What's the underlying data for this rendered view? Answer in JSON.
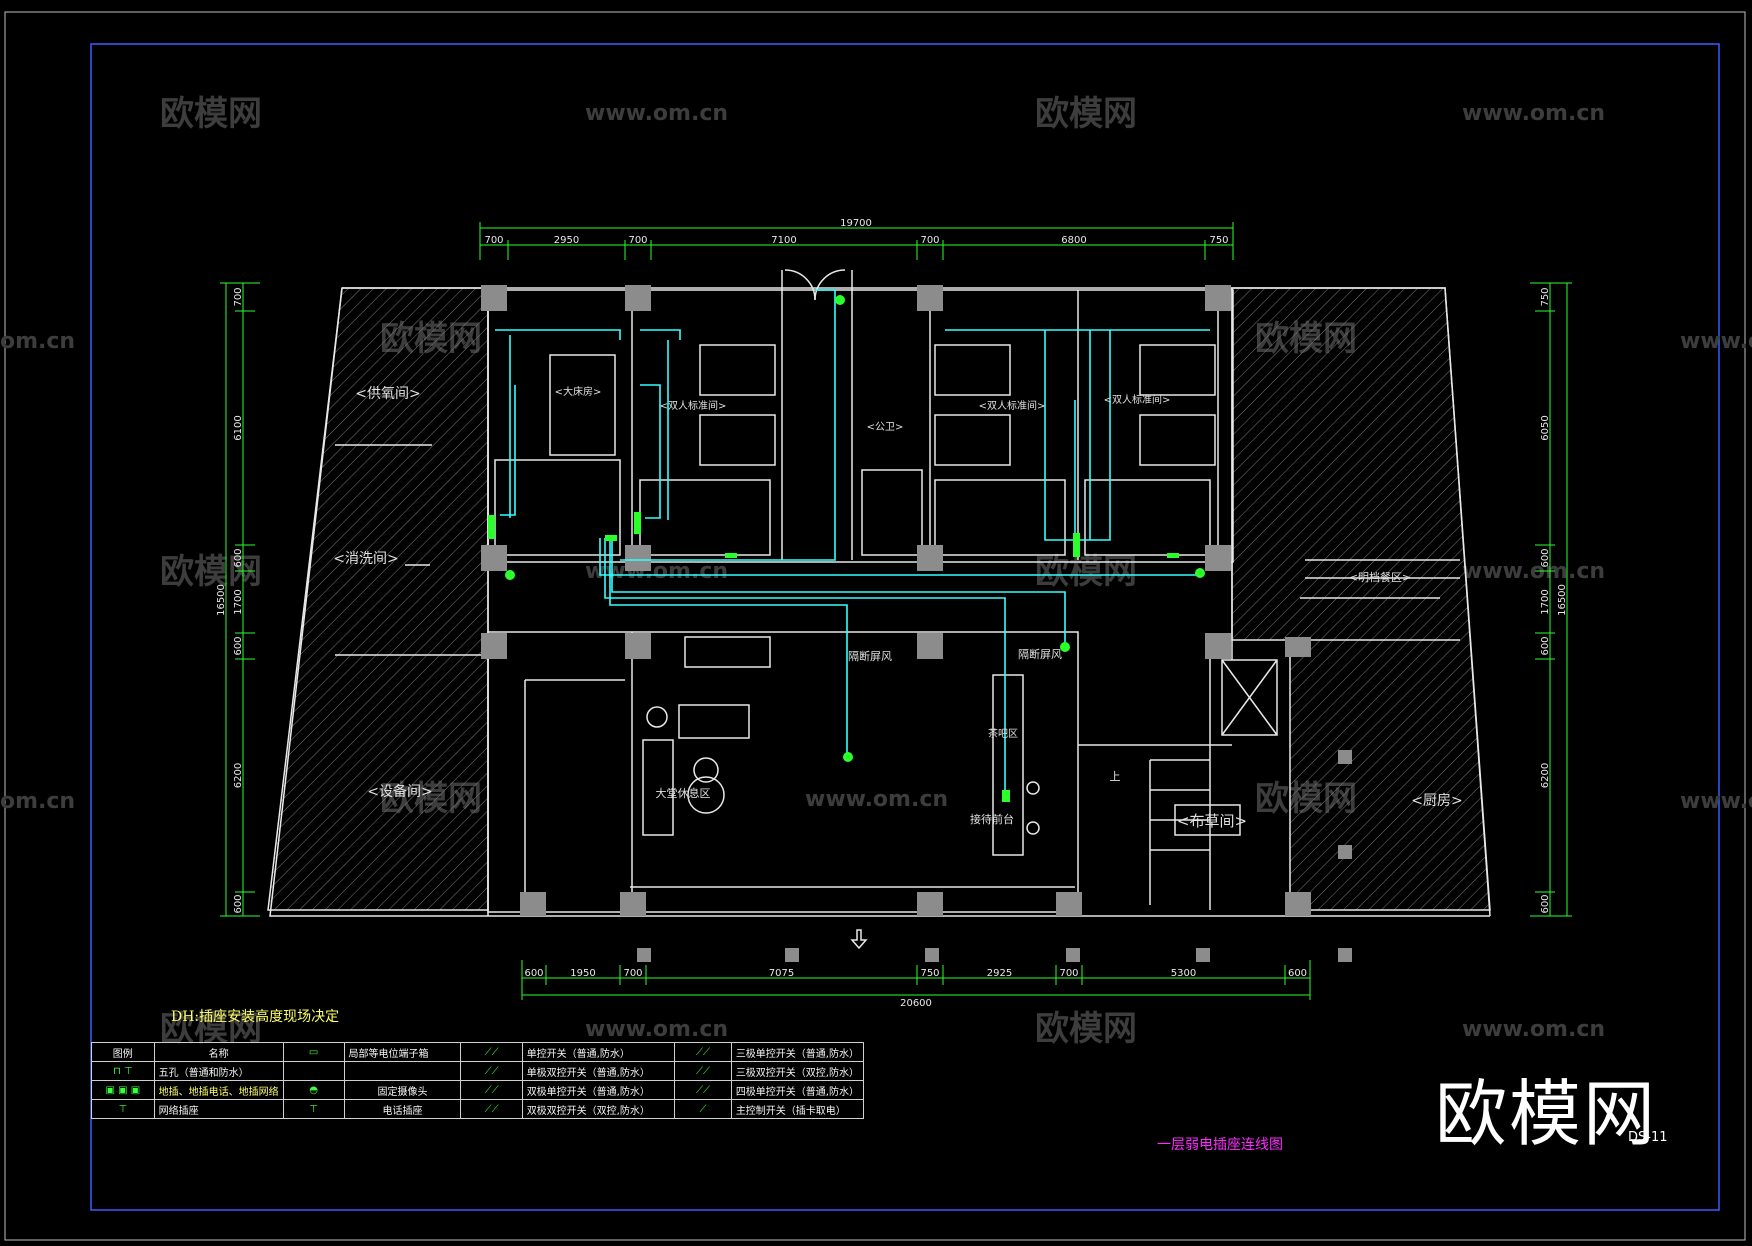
{
  "watermarks": {
    "brand": "欧模网",
    "site": "www.om.cn",
    "site_partial": "om.cn"
  },
  "brand_logo": "欧模网",
  "dimensions": {
    "top_total": "19700",
    "top_segments": [
      "700",
      "2950",
      "700",
      "7100",
      "700",
      "6800",
      "750"
    ],
    "bottom_total": "20600",
    "bottom_segments": [
      "600",
      "1950",
      "700",
      "7075",
      "750",
      "2925",
      "700",
      "5300",
      "600"
    ],
    "left_total": "16500",
    "left_segments": [
      "700",
      "6100",
      "600",
      "1700",
      "600",
      "6200",
      "600"
    ],
    "right_total": "16500",
    "right_segments": [
      "750",
      "6050",
      "600",
      "1700",
      "600",
      "6200",
      "600"
    ]
  },
  "rooms": {
    "oxygen_room": "<供氧间>",
    "disinfection_room": "<消洗间>",
    "equipment_room": "<设备间>",
    "king_room": "<大床房>",
    "twin_room_1": "<双人标准间>",
    "public_wc": "<公卫>",
    "twin_room_2": "<双人标准间>",
    "twin_room_3": "<双人标准间>",
    "lounge": "大堂休息区",
    "partition_1": "隔断屏风",
    "partition_2": "隔断屏风",
    "reception": "接待前台",
    "tea_area": "茶吧区",
    "linen_room": "<布草间>",
    "kitchen": "<厨房>",
    "dining_area": "<明档餐区>",
    "stair_up": "上"
  },
  "note": "DH:插座安装高度现场决定",
  "legend": {
    "header": [
      "图例",
      "名称"
    ],
    "rows": [
      [
        "",
        "五孔（普通和防水）",
        "",
        "",
        "",
        "单极双控开关（普通,防水）",
        "",
        "三极双控开关（双控,防水）"
      ],
      [
        "",
        "地插、地插电话、地插网络",
        "",
        "固定摄像头",
        "",
        "双极单控开关（普通,防水）",
        "",
        "四极单控开关（普通,防水）"
      ],
      [
        "",
        "网络插座",
        "",
        "电话插座",
        "",
        "双极双控开关（双控,防水）",
        "",
        "主控制开关（插卡取电）"
      ]
    ],
    "row0": [
      "",
      "",
      "局部等电位端子箱",
      "",
      "单控开关（普通,防水）",
      "",
      "三极单控开关（普通,防水）"
    ]
  },
  "drawing_title": "一层弱电插座连线图",
  "sheet_number": "DS-11",
  "colors": {
    "dim_line": "#2aff2a",
    "wiring": "#33ffff",
    "wall": "#e8e8e8",
    "hatch": "#8a8a8a",
    "column": "#8c8c8c",
    "frame": "#3a5cff",
    "title": "#ff2bff",
    "note": "#ffff66"
  }
}
